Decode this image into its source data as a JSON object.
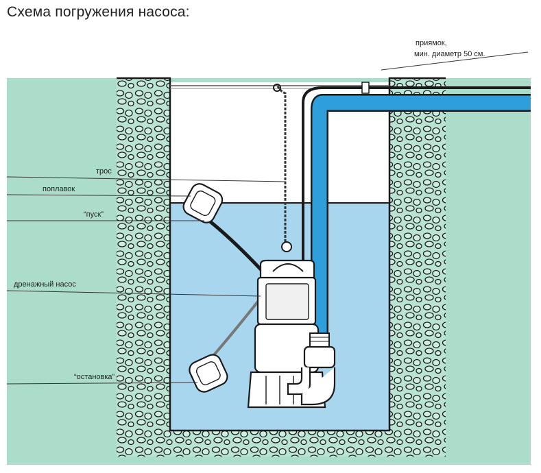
{
  "title": "Схема погружения насоса:",
  "labels": {
    "pit_line1": "приямок,",
    "pit_line2": "мин. диаметр 50 см.",
    "rope": "трос",
    "float": "поплавок",
    "start": "“пуск”",
    "pump": "дренажный насос",
    "stop": "“остановка”"
  },
  "colors": {
    "ground": "#acdcca",
    "water": "#a7d6ee",
    "hose": "#2f9fdc",
    "outline": "#1a1a1a",
    "gravel": "#b9e3d3"
  }
}
